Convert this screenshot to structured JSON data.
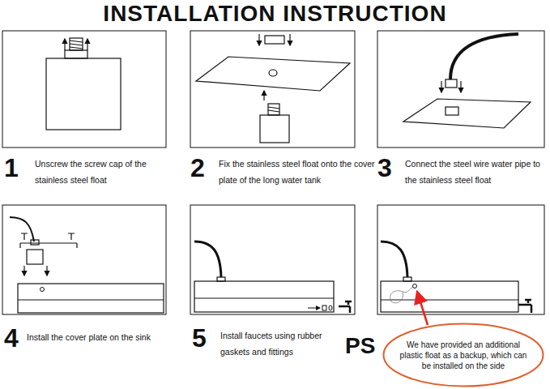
{
  "diagram": {
    "title": "INSTALLATION INSTRUCTION",
    "nodes": [
      {
        "text": [
          "We have provided an additional plastic float as a backup, which can be installed on the side"
        ]
      }
    ],
    "labels": [
      "1",
      "Unscrew the screw cap of the stainless steel float",
      "2",
      "Fix the stainless steel float onto the cover plate of the long water tank",
      "3",
      "Connect the steel wire water pipe to the stainless steel float",
      "4",
      "Install the cover plate on the sink",
      "5",
      "Install faucets using rubber gaskets and fittings",
      "PS"
    ]
  }
}
